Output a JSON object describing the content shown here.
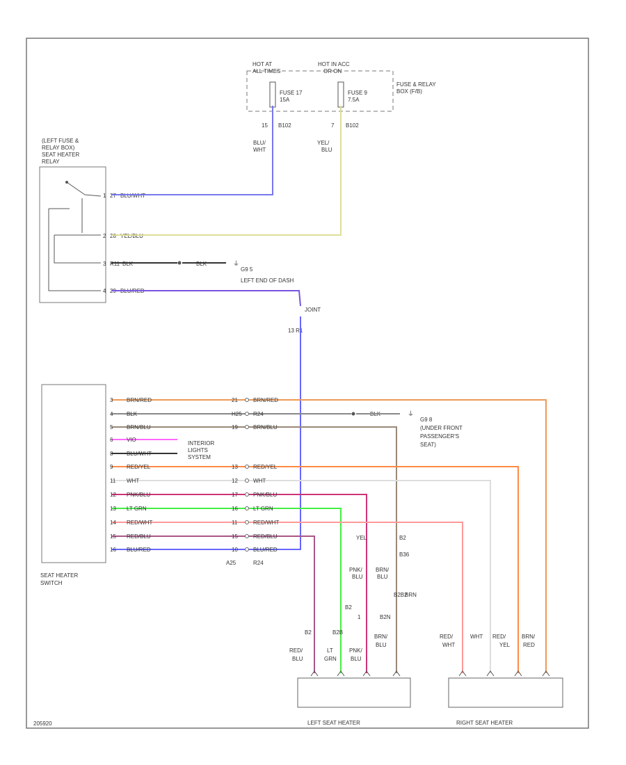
{
  "diagram": {
    "code": "205920",
    "colors": {
      "blu_wht": "#7777ee",
      "yel_blu": "#dddd99",
      "blk": "#333333",
      "blu_red": "#7755dd",
      "blu": "#6666ff",
      "brn_red": "#ee9955",
      "brn_blu": "#998877",
      "vio": "#ff66ff",
      "red_yel": "#ff8844",
      "wht": "#dddddd",
      "pnk_blu": "#cc3377",
      "lt_grn": "#44ee44",
      "red_wht": "#ff9999",
      "red_blu": "#aa5588",
      "blu_red2": "#aa66cc",
      "gray": "#888888"
    },
    "fuse_box": {
      "hot_a": [
        "HOT AT",
        "ALL TIMES"
      ],
      "hot_b": [
        "HOT IN ACC",
        "OR ON"
      ],
      "fuse_a": [
        "FUSE 17",
        "15A"
      ],
      "fuse_b": [
        "FUSE 9",
        "7.5A"
      ],
      "label": [
        "FUSE & RELAY",
        "BOX (F/B)"
      ],
      "pin_a": "15",
      "conn_a": "B102",
      "pin_b": "7",
      "conn_b": "B102",
      "wire_a": [
        "BLU/",
        "WHT"
      ],
      "wire_b": [
        "YEL/",
        "BLU"
      ]
    },
    "relay": {
      "label": [
        "(LEFT FUSE &",
        "RELAY BOX)",
        "SEAT HEATER",
        "RELAY"
      ],
      "pins": [
        {
          "pin": "1",
          "code": "27",
          "wire": "BLU/WHT"
        },
        {
          "pin": "2",
          "code": "28",
          "wire": "YEL/BLU"
        },
        {
          "pin": "3",
          "code": "R11",
          "wire": "BLK"
        },
        {
          "pin": "4",
          "code": "29",
          "wire": "BLU/RED"
        }
      ],
      "ground_wire": "BLK",
      "ground_label": [
        "G9 5",
        "LEFT END OF DASH"
      ]
    },
    "junction": {
      "label": "JOINT",
      "codes": "13 R1"
    },
    "switch": {
      "label": [
        "SEAT HEATER",
        "SWITCH"
      ],
      "pins": [
        {
          "pin": "3",
          "wire": "BRN/RED",
          "code": "21"
        },
        {
          "pin": "4",
          "wire": "BLK",
          "code": "H25",
          "code2": "R24"
        },
        {
          "pin": "5",
          "wire": "BRN/BLU",
          "code": "19"
        },
        {
          "pin": "6",
          "wire": "VIO",
          "code": ""
        },
        {
          "pin": "8",
          "wire": "BLU/WHT",
          "code": ""
        },
        {
          "pin": "9",
          "wire": "RED/YEL",
          "code": "13"
        },
        {
          "pin": "11",
          "wire": "WHT",
          "code": "12"
        },
        {
          "pin": "12",
          "wire": "PNK/BLU",
          "code": "17"
        },
        {
          "pin": "13",
          "wire": "LT GRN",
          "code": "16"
        },
        {
          "pin": "14",
          "wire": "RED/WHT",
          "code": "11"
        },
        {
          "pin": "15",
          "wire": "RED/BLU",
          "code": "15"
        },
        {
          "pin": "16",
          "wire": "BLU/RED",
          "code": "10"
        }
      ],
      "mid_codes": {
        "a": "A25",
        "b": "R24"
      },
      "lighting_label": [
        "INTERIOR",
        "LIGHTS",
        "SYSTEM"
      ],
      "ground_wire": "BLK",
      "ground_label": [
        "G9 8",
        "(UNDER FRONT",
        "PASSENGER'S",
        "SEAT)"
      ]
    },
    "mid_labels": {
      "yel": "YEL",
      "pnk_blu": [
        "PNK/",
        "BLU"
      ],
      "brn_blu": [
        "BRN/",
        "BLU"
      ],
      "brn": "BRN",
      "code_a": "B2",
      "code_b": "B36",
      "code_c": "1",
      "code_d": "B2",
      "code_e": "B2",
      "code_f": "B2B",
      "code_g": "B2N",
      "code_h": "B2B2"
    },
    "left_heater": {
      "label": "LEFT SEAT HEATER",
      "wires": [
        [
          "RED/",
          "BLU"
        ],
        [
          "LT",
          "GRN"
        ],
        [
          "PNK/",
          "BLU"
        ],
        [
          "BRN/",
          "BLU"
        ]
      ]
    },
    "right_heater": {
      "label": "RIGHT SEAT HEATER",
      "wires": [
        [
          "RED/",
          "WHT"
        ],
        [
          "WHT"
        ],
        [
          "RED/",
          "YEL"
        ],
        [
          "BRN/",
          "RED"
        ]
      ]
    }
  }
}
